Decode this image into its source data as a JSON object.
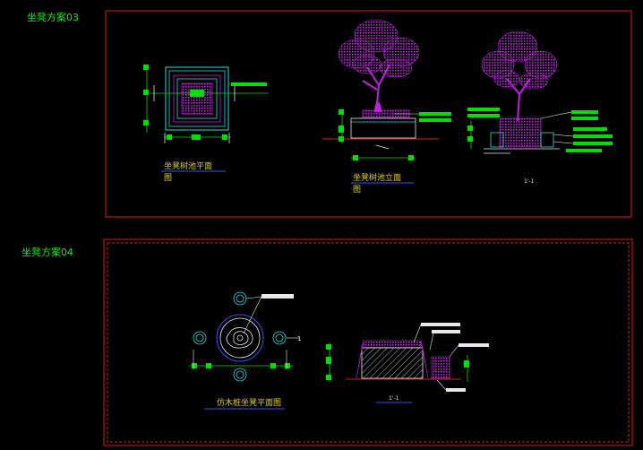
{
  "scheme03": {
    "title": "坐凳方案03",
    "plan_caption_1": "坐凳树池平面",
    "plan_caption_2": "图",
    "elevation_caption_1": "坐凳树池立面",
    "elevation_caption_2": "图",
    "section_caption": "1'-1"
  },
  "scheme04": {
    "title": "坐凳方案04",
    "plan_caption": "仿木桩坐凳平面图",
    "section_caption": "1'-1",
    "marker": "1"
  },
  "colors": {
    "background": "#000000",
    "frame_red": "#d81b1b",
    "title_green": "#19e619",
    "cad_green": "#00e000",
    "cad_cyan": "#20e0e0",
    "cad_magenta": "#c020e0",
    "cad_blue": "#3a4dff",
    "cad_white": "#e8e8e8",
    "cad_yellow": "#e8e040"
  }
}
